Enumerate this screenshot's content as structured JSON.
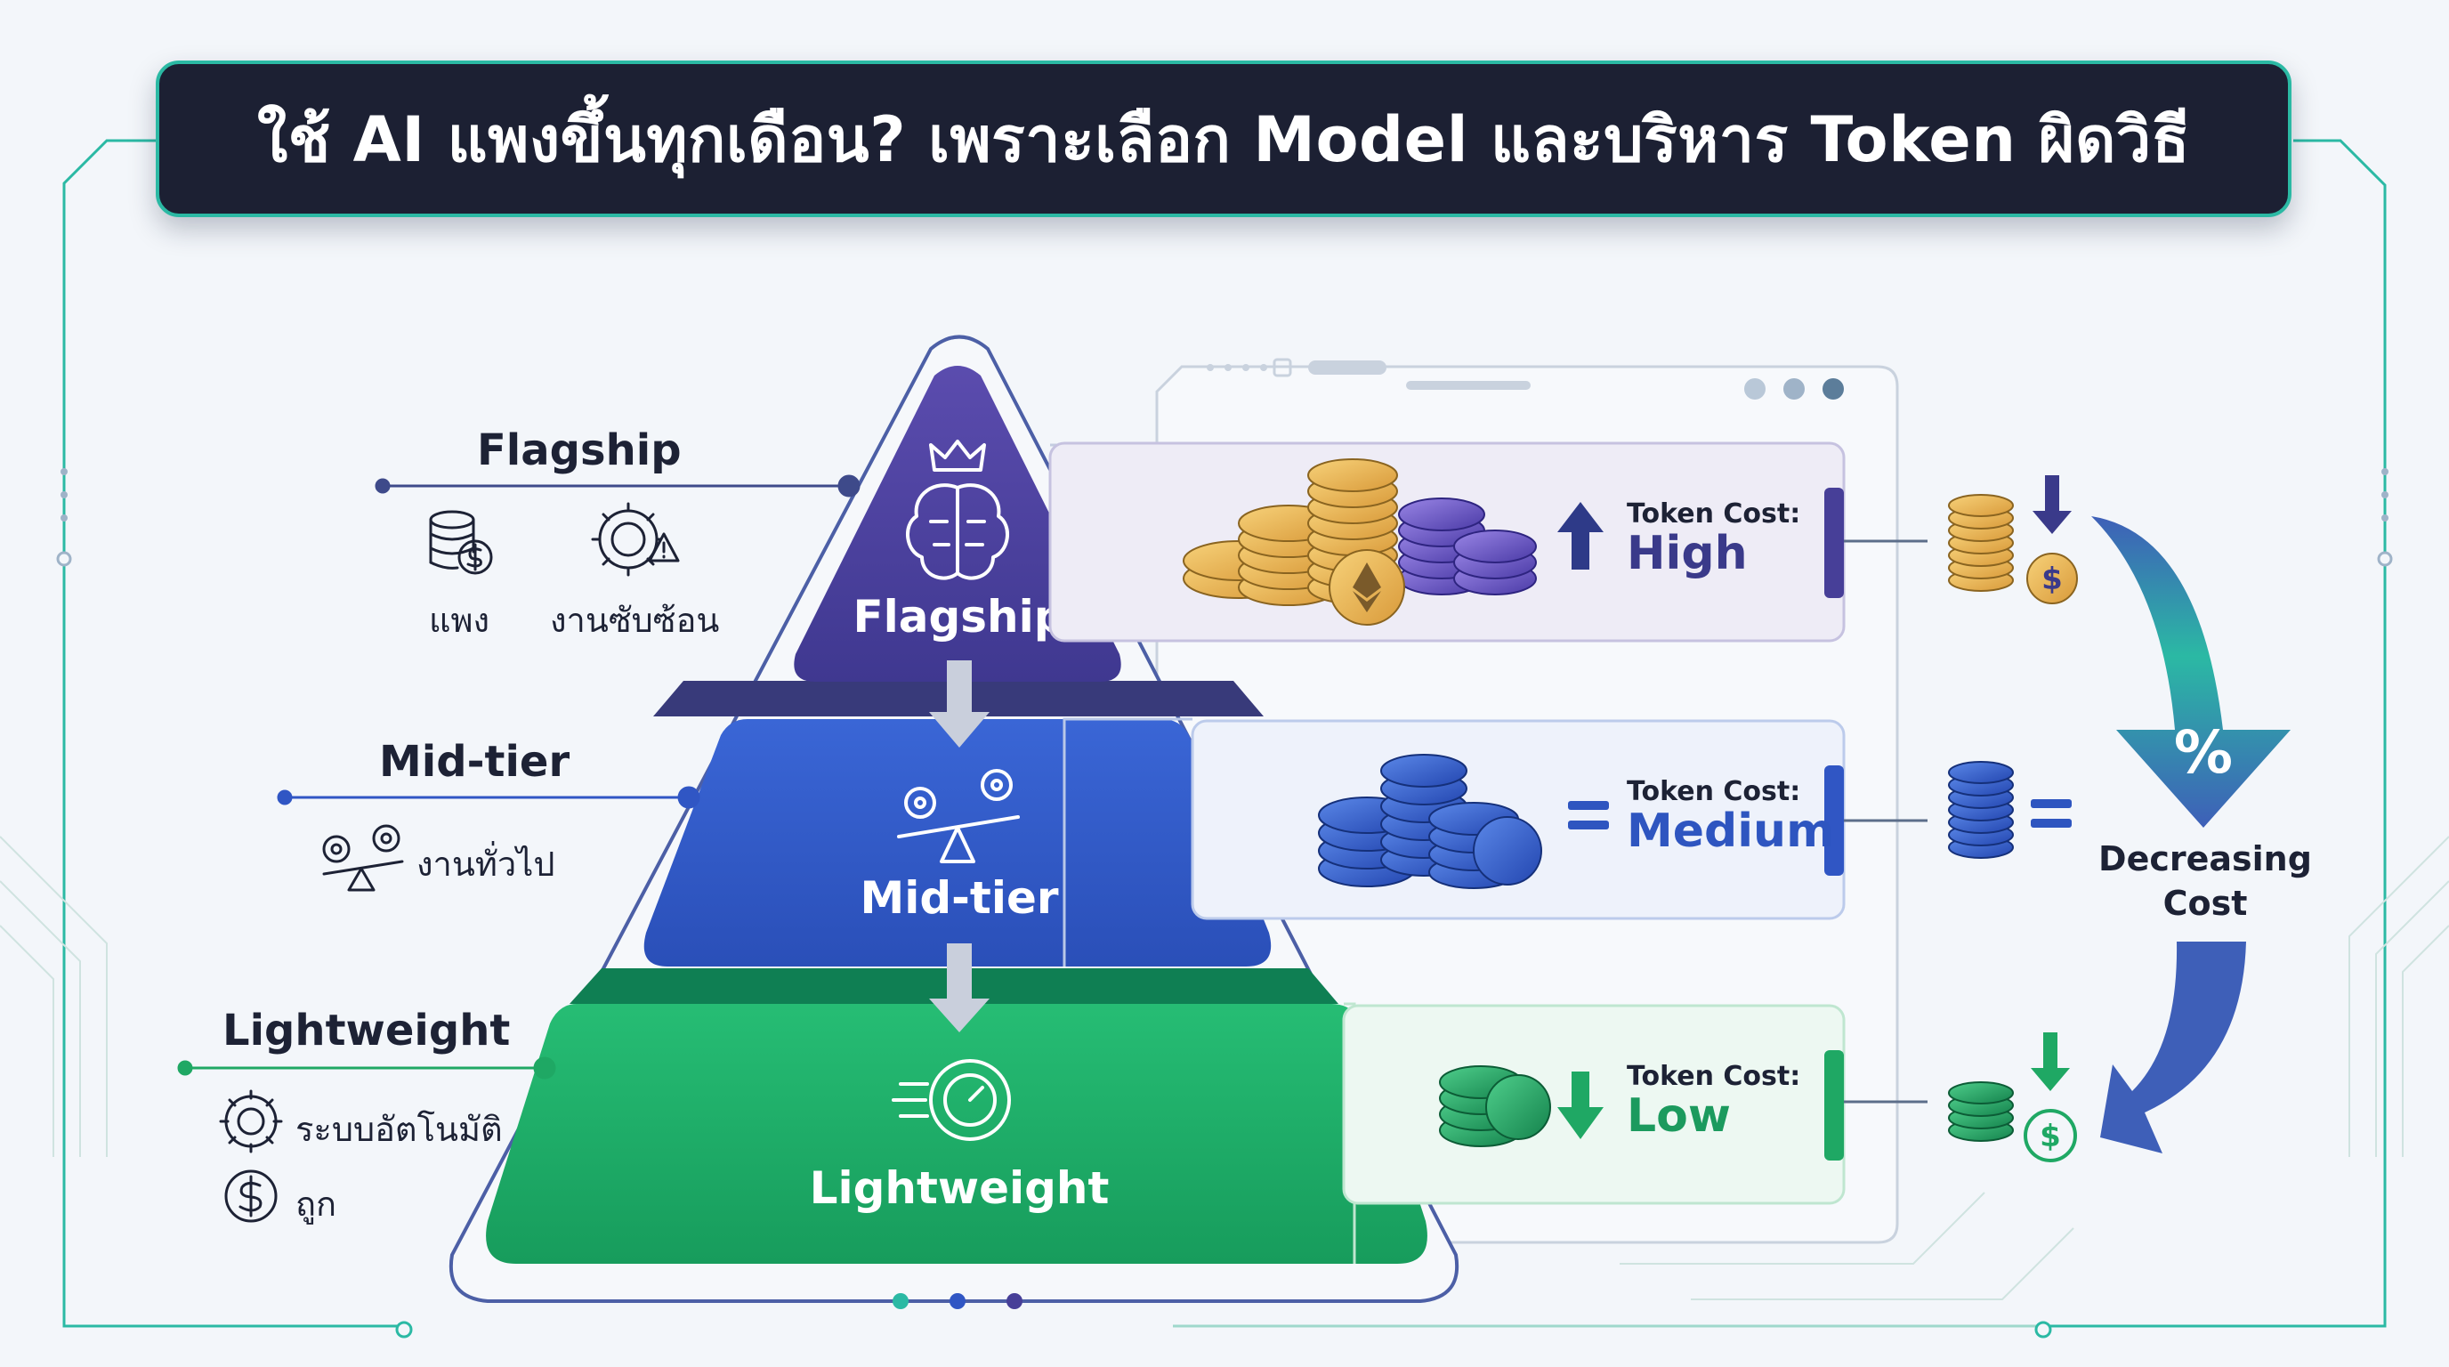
{
  "title": "ใช้ AI แพงขึ้นทุกเดือน? เพราะเลือก Model และบริหาร Token ผิดวิธี",
  "tiers": [
    {
      "key": "flagship",
      "label": "Flagship",
      "color": "#473f98",
      "features": [
        {
          "icon": "coin-stack-dollar-icon",
          "text": "แพง"
        },
        {
          "icon": "gear-warning-icon",
          "text": "งานซับซ้อน"
        }
      ],
      "cost_caption": "Token Cost:",
      "cost_level": "High",
      "cost_color": "#3a3a8a",
      "trend": "up"
    },
    {
      "key": "mid-tier",
      "label": "Mid-tier",
      "color": "#3056c4",
      "features": [
        {
          "icon": "gears-balance-icon",
          "text": "งานทั่วไป"
        }
      ],
      "cost_caption": "Token Cost:",
      "cost_level": "Medium",
      "cost_color": "#2e55c0",
      "trend": "equal"
    },
    {
      "key": "lightweight",
      "label": "Lightweight",
      "color": "#1fa864",
      "features": [
        {
          "icon": "gear-automation-icon",
          "text": "ระบบอัตโนมัติ"
        },
        {
          "icon": "dollar-circle-icon",
          "text": "ถูก"
        }
      ],
      "cost_caption": "Token Cost:",
      "cost_level": "Low",
      "cost_color": "#1c9a5e",
      "trend": "down"
    }
  ],
  "decreasing": {
    "symbol": "%",
    "line1": "Decreasing",
    "line2": "Cost"
  },
  "colors": {
    "accent": "#2bb9a4",
    "dark": "#1c2033"
  }
}
